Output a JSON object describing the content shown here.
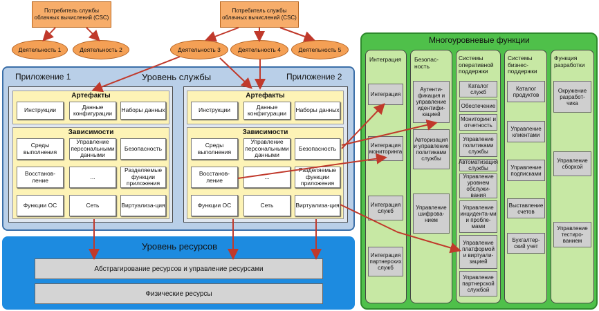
{
  "consumers": [
    "Потребитель службы облачных вычислений (CSC)",
    "Потребитель службы облачных вычислений (CSC)"
  ],
  "activities": [
    "Деятельность 1",
    "Деятельность 2",
    "Деятельность 3",
    "Деятельность 4",
    "Деятельность 5"
  ],
  "service_level": {
    "title": "Уровень службы",
    "app1": "Приложение 1",
    "app2": "Приложение 2",
    "artifacts_header": "Артефакты",
    "artifacts": [
      "Инструкции",
      "Данные конфигурации",
      "Наборы данных"
    ],
    "dependencies_header": "Зависимости",
    "deps_row1": [
      "Среды выполнения",
      "Управление персональными данными",
      "Безопасность"
    ],
    "deps_row2": [
      "Восстанов-ление",
      "...",
      "Разделяемые функции приложения"
    ],
    "deps_row3": [
      "Функции ОС",
      "Сеть",
      "Виртуализа-ция"
    ]
  },
  "resource_level": {
    "title": "Уровень ресурсов",
    "bar1": "Абстрагирование ресурсов и управление ресурсами",
    "bar2": "Физические ресурсы"
  },
  "multilevel": {
    "title": "Многоуровневые функции",
    "columns": [
      {
        "header": "Интеграция",
        "items": [
          "Интеграция",
          "Интеграция мониторинга",
          "Интеграция служб",
          "Интеграция партнерских служб"
        ]
      },
      {
        "header": "Безопас-ность",
        "items": [
          "Аутенти-фикация и управление идентифи-кацией",
          "Авторизация и управление политиками службы",
          "Управление шифрова-нием"
        ]
      },
      {
        "header": "Системы оперативной поддержки",
        "items": [
          "Каталог служб",
          "Обеспечение",
          "Мониторинг и отчетность",
          "Управление политиками службы",
          "Автоматизация службы",
          "Управление уровнем обслужи-вания",
          "Управление инцидента-ми и пробле-мами",
          "Управление платформой и виртуали-зацией",
          "Управление партнерской службой"
        ]
      },
      {
        "header": "Системы бизнес-поддержки",
        "items": [
          "Каталог продуктов",
          "Управление клиентами",
          "Управление подписками",
          "Выставление счетов",
          "Бухгалтер-ский учет"
        ]
      },
      {
        "header": "Функция разработки",
        "items": [
          "Окружение разработ-чика",
          "Управление сборкой",
          "Управление тестиро-ванием"
        ]
      }
    ]
  },
  "colors": {
    "arrow": "#c0392b",
    "activity": "#f4a055",
    "service_level": "#b9cfe8",
    "resource_level": "#1d8be0",
    "multilevel": "#4fc04a",
    "column": "#c7e8a4"
  }
}
